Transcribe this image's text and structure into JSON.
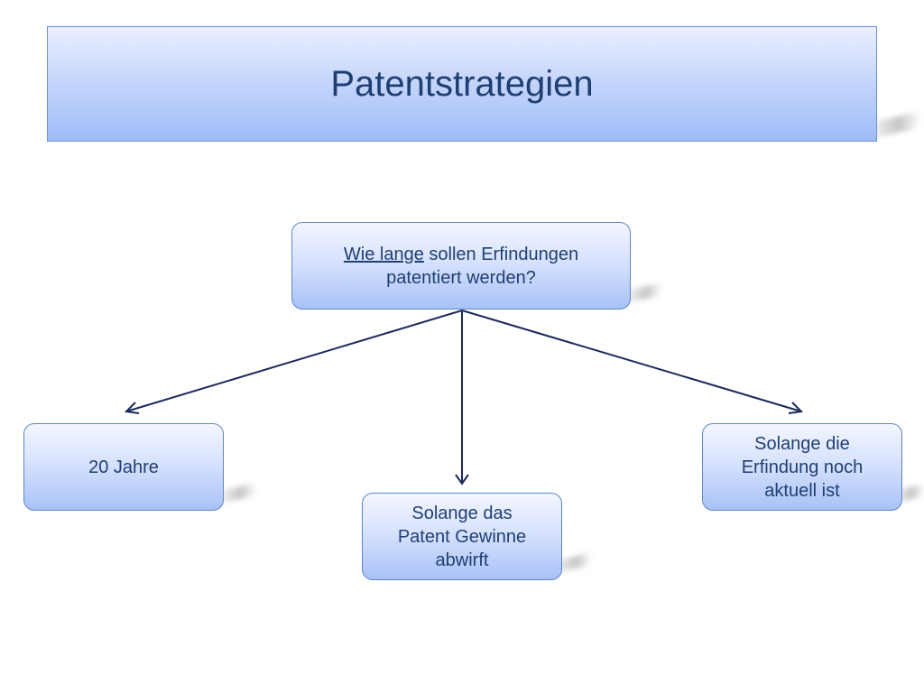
{
  "title": "Patentstrategien",
  "question": {
    "underlined": "Wie lange",
    "rest_line1": " sollen Erfindungen",
    "line2": "patentiert werden?"
  },
  "options": {
    "left": "20 Jahre",
    "middle": [
      "Solange das",
      "Patent Gewinne",
      "abwirft"
    ],
    "right": [
      "Solange die",
      "Erfindung noch",
      "aktuell ist"
    ]
  },
  "colors": {
    "text": "#1f3f73",
    "arrow": "#1a2a5a",
    "border": "#5e86c9"
  }
}
